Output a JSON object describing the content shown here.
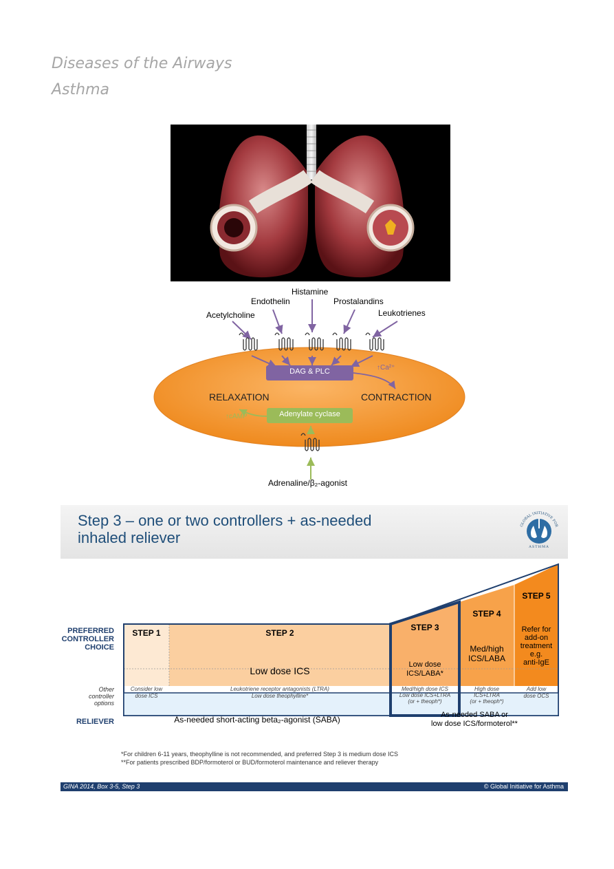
{
  "heading": {
    "line1": "Diseases of the Airways",
    "line2": "Asthma"
  },
  "pathway": {
    "ligands": [
      "Acetylcholine",
      "Endothelin",
      "Histamine",
      "Prostalandins",
      "Leukotrienes"
    ],
    "dag_plc": "DAG & PLC",
    "ca": "↑Ca²⁺",
    "relaxation": "RELAXATION",
    "contraction": "CONTRACTION",
    "adenylate": "Adenylate cyclase",
    "camp": "↑cAMP",
    "agonist": "Adrenaline/β₂-agonist"
  },
  "gina": {
    "title1": "Step 3 – one or two controllers + as-needed",
    "title2": "inhaled reliever",
    "logo_top": "GLOBAL INITIATIVE FOR",
    "logo_bottom": "ASTHMA",
    "row_preferred": [
      "PREFERRED",
      "CONTROLLER",
      "CHOICE"
    ],
    "row_other": [
      "Other",
      "controller",
      "options"
    ],
    "row_reliever": "RELIEVER",
    "steps": [
      {
        "label": "STEP 1",
        "preferred": "",
        "other": [
          "Consider low",
          "dose ICS"
        ]
      },
      {
        "label": "STEP 2",
        "preferred": "Low dose ICS",
        "other": [
          "Leukotriene receptor antagonists (LTRA)",
          "Low dose theophylline*"
        ]
      },
      {
        "label": "STEP 3",
        "preferred": [
          "Low dose",
          "ICS/LABA*"
        ],
        "other": [
          "Med/high dose ICS",
          "Low dose ICS+LTRA",
          "(or + theoph*)"
        ]
      },
      {
        "label": "STEP 4",
        "preferred": [
          "Med/high",
          "ICS/LABA"
        ],
        "other": [
          "High dose",
          "ICS+LTRA",
          "(or + theoph*)"
        ]
      },
      {
        "label": "STEP 5",
        "preferred": [
          "Refer for",
          "add-on",
          "treatment",
          "e.g.",
          "anti-IgE"
        ],
        "other": [
          "Add low",
          "dose OCS"
        ]
      }
    ],
    "reliever_left": "As-needed short-acting beta₂-agonist (SABA)",
    "reliever_right": [
      "As-needed SABA or",
      "low dose ICS/formoterol**"
    ],
    "footnote1": "*For children 6-11 years, theophylline  is not recommended, and preferred Step 3 is medium dose ICS",
    "footnote2": "**For patients prescribed BDP/formoterol or BUD/formoterol maintenance and reliever therapy",
    "footer_left": "GINA 2014, Box 3-5, Step 3",
    "footer_right": "© Global Initiative for Asthma"
  },
  "colors": {
    "orange": "#f7a24a",
    "light_orange": "#fbd6a8",
    "navy": "#1f3f6e",
    "purple": "#8064a2",
    "green": "#9bbb59"
  }
}
